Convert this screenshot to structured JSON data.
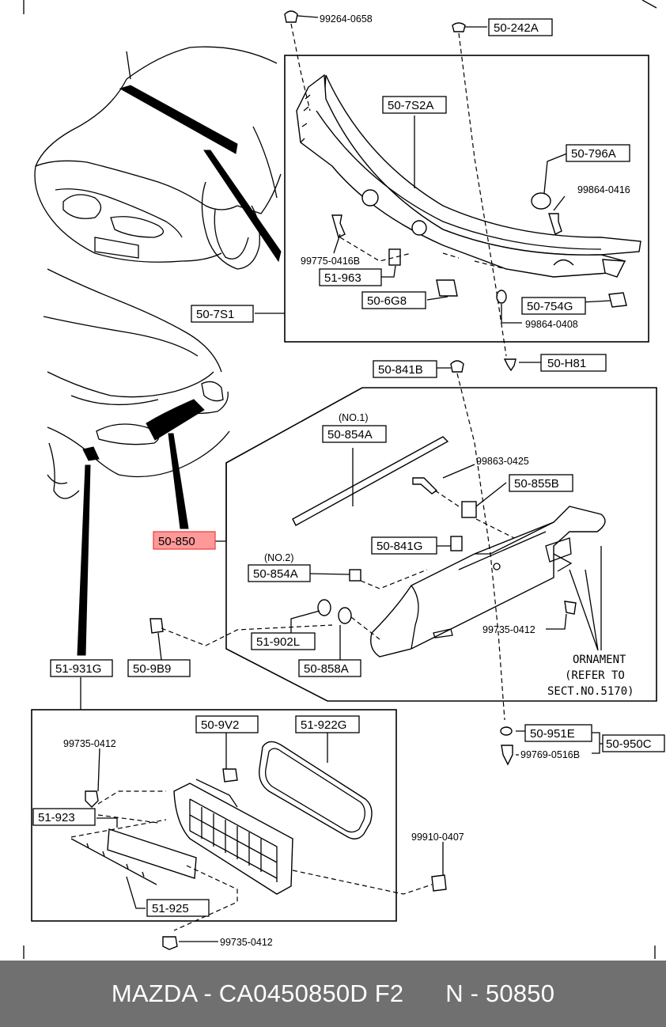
{
  "diagram": {
    "top_assembly": {
      "labels": {
        "p1": "99264-0658",
        "p2": "50-242A",
        "p3": "50-7S2A",
        "p4": "50-796A",
        "p5": "99864-0416",
        "p6": "99775-0416B",
        "p7": "51-963",
        "p8": "50-6G8",
        "p9": "50-754G",
        "p10": "99864-0408",
        "p11": "50-7S1"
      }
    },
    "middle_assembly": {
      "labels": {
        "p1": "50-841B",
        "p2": "50-H81",
        "p3": "(NO.1)",
        "p4": "50-854A",
        "p5": "99863-0425",
        "p6": "50-855B",
        "p7": "50-850",
        "p8": "50-841G",
        "p9": "(NO.2)",
        "p10": "50-854A",
        "p11": "99735-0412",
        "p12": "51-902L",
        "p13": "50-858A",
        "p14": "50-9B9"
      },
      "ornament_note": [
        "ORNAMENT",
        "(REFER TO",
        "SECT.NO.5170)"
      ],
      "highlight_color": "#f99999"
    },
    "bottom_assembly": {
      "labels": {
        "p1": "51-931G",
        "p2": "50-9V2",
        "p3": "51-922G",
        "p4": "99735-0412",
        "p5": "51-923",
        "p6": "99910-0407",
        "p7": "51-925",
        "p8": "99735-0412",
        "p9": "50-951E",
        "p10": "50-950C",
        "p11": "99769-0516B"
      }
    }
  },
  "footer": {
    "text": "MAZDA - CA0450850D F2      N - 50850"
  }
}
